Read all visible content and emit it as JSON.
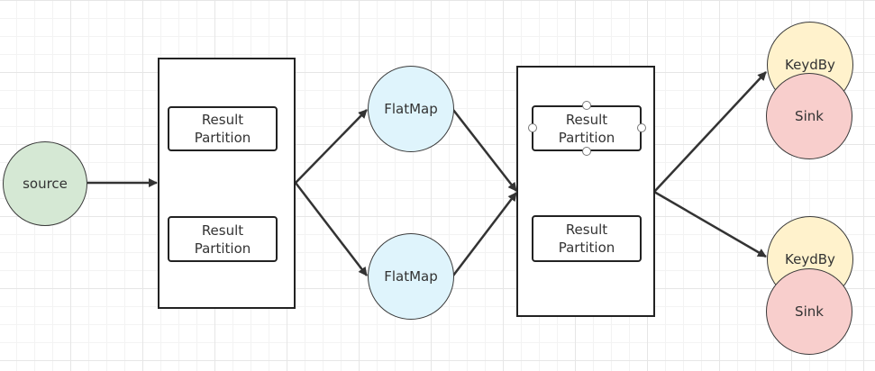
{
  "nodes": {
    "source": "source",
    "flatmap_top": "FlatMap",
    "flatmap_bottom": "FlatMap",
    "keyby_top": "KeydBy",
    "sink_top": "Sink",
    "keyby_bottom": "KeydBy",
    "sink_bottom": "Sink"
  },
  "partition_box_1": {
    "p1_line1": "Result",
    "p1_line2": "Partition",
    "p2_line1": "Result",
    "p2_line2": "Partition"
  },
  "partition_box_2": {
    "p1_line1": "Result",
    "p1_line2": "Partition",
    "p2_line1": "Result",
    "p2_line2": "Partition"
  },
  "colors": {
    "source_fill": "#d5e8d4",
    "flatmap_fill": "#dff4fc",
    "keyby_fill": "#fff2cc",
    "sink_fill": "#f8cecc",
    "edge": "#333333"
  }
}
